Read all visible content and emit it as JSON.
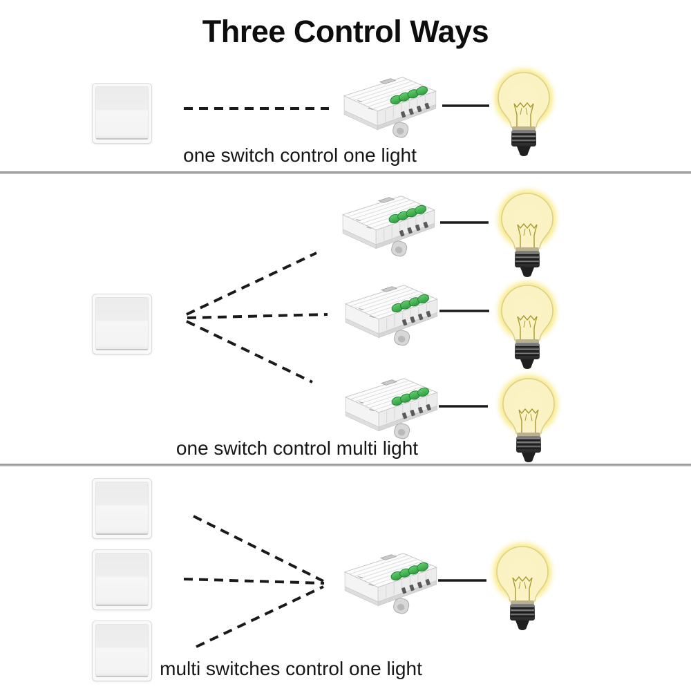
{
  "title": "Three Control Ways",
  "sections": [
    {
      "id": "one-switch-one-light",
      "caption": "one switch control one light",
      "switch_count": 1,
      "receiver_count": 1,
      "light_count": 1
    },
    {
      "id": "one-switch-multi-light",
      "caption": "one switch control multi light",
      "switch_count": 1,
      "receiver_count": 3,
      "light_count": 3
    },
    {
      "id": "multi-switch-one-light",
      "caption": "multi switches control one light",
      "switch_count": 3,
      "receiver_count": 1,
      "light_count": 1
    }
  ],
  "icons": {
    "switch": "wall-switch",
    "receiver": "rf-receiver-module",
    "light": "glowing-light-bulb",
    "signal": "dashed-signal-line",
    "wire": "solid-wire-line"
  },
  "colors": {
    "background": "#ffffff",
    "text": "#161616",
    "line": "#1a1a1a",
    "divider": "#9a9a9a",
    "bulb_glow": "#f4e05a",
    "bulb_glass": "#fbf3c8",
    "terminal_green": "#2f9e3d"
  }
}
